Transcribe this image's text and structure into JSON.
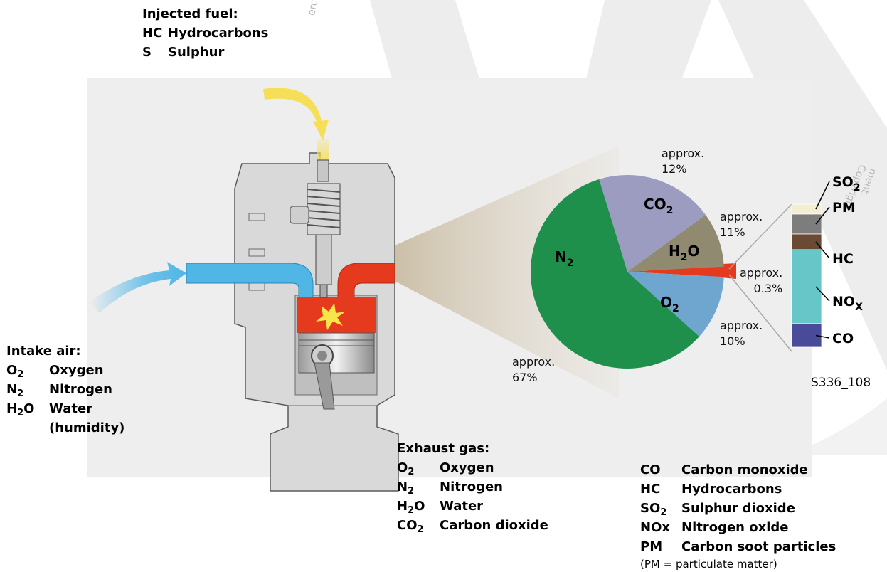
{
  "code": "S336_108",
  "watermark": {
    "rotated_text_left": "ercial purpos",
    "rotated_text_right": "ment. Copyright"
  },
  "injected_fuel": {
    "title": "Injected fuel:",
    "items": [
      {
        "sym": "HC",
        "name": "Hydrocarbons"
      },
      {
        "sym": "S",
        "name": "Sulphur"
      }
    ]
  },
  "intake_air": {
    "title": "Intake air:",
    "items": [
      {
        "sym": "O",
        "sub": "2",
        "name": "Oxygen"
      },
      {
        "sym": "N",
        "sub": "2",
        "name": "Nitrogen"
      },
      {
        "sym": "H",
        "sub": "2",
        "sym_after": "O",
        "name": "Water"
      }
    ],
    "note": "(humidity)"
  },
  "exhaust_gas": {
    "title": "Exhaust gas:",
    "items": [
      {
        "sym": "O",
        "sub": "2",
        "name": "Oxygen"
      },
      {
        "sym": "N",
        "sub": "2",
        "name": "Nitrogen"
      },
      {
        "sym": "H",
        "sub": "2",
        "sym_after": "O",
        "name": "Water"
      },
      {
        "sym": "CO",
        "sub": "2",
        "name": "Carbon dioxide"
      }
    ]
  },
  "pollutants_legend": {
    "items": [
      {
        "sym": "CO",
        "name": "Carbon monoxide"
      },
      {
        "sym": "HC",
        "name": "Hydrocarbons"
      },
      {
        "sym": "SO",
        "sub": "2",
        "name": "Sulphur dioxide"
      },
      {
        "sym": "NOx",
        "name": "Nitrogen oxide"
      },
      {
        "sym": "PM",
        "name": "Carbon soot particles"
      }
    ],
    "note": "(PM = particulate matter)"
  },
  "chart_data": {
    "type": "pie",
    "slices": [
      {
        "label": "N",
        "sub": "2",
        "value": 67,
        "value_label": [
          "approx.",
          "67%"
        ],
        "color": "#1f8f4c"
      },
      {
        "label": "CO",
        "sub": "2",
        "value": 12,
        "value_label": [
          "approx.",
          "12%"
        ],
        "color": "#9c9cc0"
      },
      {
        "label": "H",
        "sub": "2",
        "label_after": "O",
        "value": 11,
        "value_label": [
          "approx.",
          "11%"
        ],
        "color": "#8f8a70"
      },
      {
        "label": "",
        "value": 0.3,
        "value_label": [
          "approx.",
          "0.3%"
        ],
        "color": "#e63a1e"
      },
      {
        "label": "O",
        "sub": "2",
        "value": 10,
        "value_label": [
          "approx.",
          "10%"
        ],
        "color": "#6fa6cf"
      }
    ],
    "breakdown_of": "approx. 0.3%",
    "breakdown": [
      {
        "label": "SO",
        "sub": "2",
        "color": "#f3efd2"
      },
      {
        "label": "PM",
        "color": "#7d7d7d"
      },
      {
        "label": "HC",
        "color": "#6a4a32"
      },
      {
        "label": "NO",
        "sub": "X",
        "color": "#67c6c8"
      },
      {
        "label": "CO",
        "color": "#4a4a9a"
      }
    ],
    "colors": {
      "intake_air": "#4fb6e6",
      "fuel": "#f4df56",
      "exhaust": "#e63a1e",
      "engine_body": "#d9d9da"
    }
  }
}
